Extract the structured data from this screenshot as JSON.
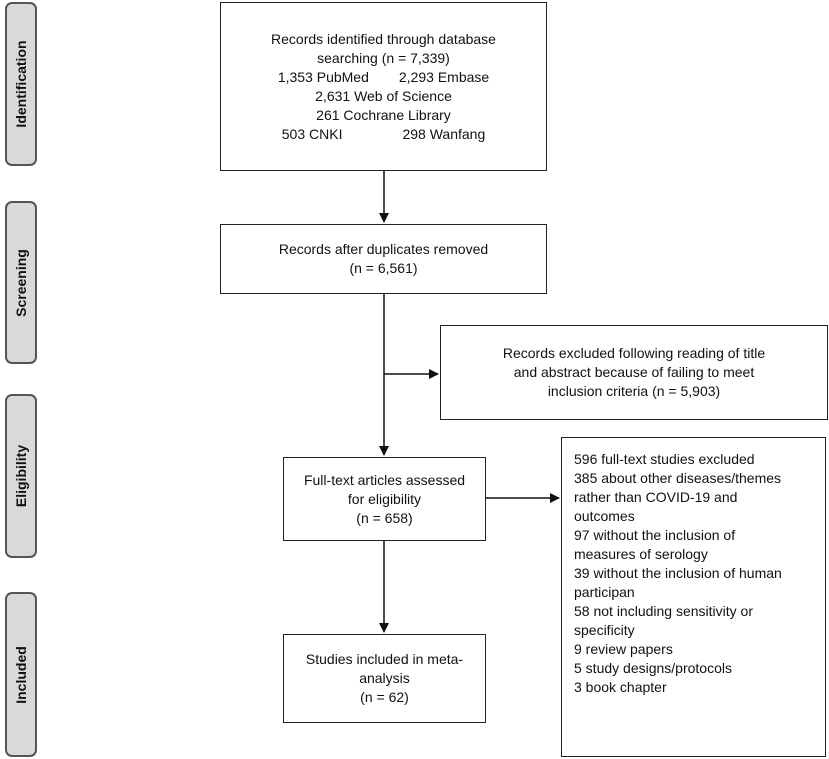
{
  "stages": [
    {
      "id": "identification",
      "label": "Identification"
    },
    {
      "id": "screening",
      "label": "Screening"
    },
    {
      "id": "eligibility",
      "label": "Eligibility"
    },
    {
      "id": "included",
      "label": "Included"
    }
  ],
  "identification_box": {
    "line1": "Records identified through database",
    "line2": "searching (n = 7,339)",
    "pubmed": "1,353 PubMed",
    "embase": "2,293 Embase",
    "wos": "2,631  Web of Science",
    "cochrane": "261 Cochrane Library",
    "cnki": "503 CNKI",
    "wanfang": "298 Wanfang"
  },
  "screening_box": {
    "line1": "Records after duplicates removed",
    "line2": "(n = 6,561)"
  },
  "excluded_box": {
    "line1": "Records excluded following reading of title",
    "line2": "and abstract because of failing to meet",
    "line3": "inclusion criteria (n = 5,903)"
  },
  "eligibility_box": {
    "line1": "Full-text articles assessed",
    "line2": "for eligibility",
    "line3": "(n = 658)"
  },
  "fulltext_excluded_box": {
    "lines": [
      "596 full-text studies excluded",
      "385 about other diseases/themes",
      "rather than COVID-19 and",
      "outcomes",
      "97 without the inclusion of",
      "measures of serology",
      "39 without the inclusion of human",
      "participan",
      "58 not including sensitivity or",
      "specificity",
      "9 review papers",
      "5 study designs/protocols",
      "3 book chapter"
    ]
  },
  "included_box": {
    "line1": "Studies included in meta-",
    "line2": "analysis",
    "line3": "(n = 62)"
  }
}
